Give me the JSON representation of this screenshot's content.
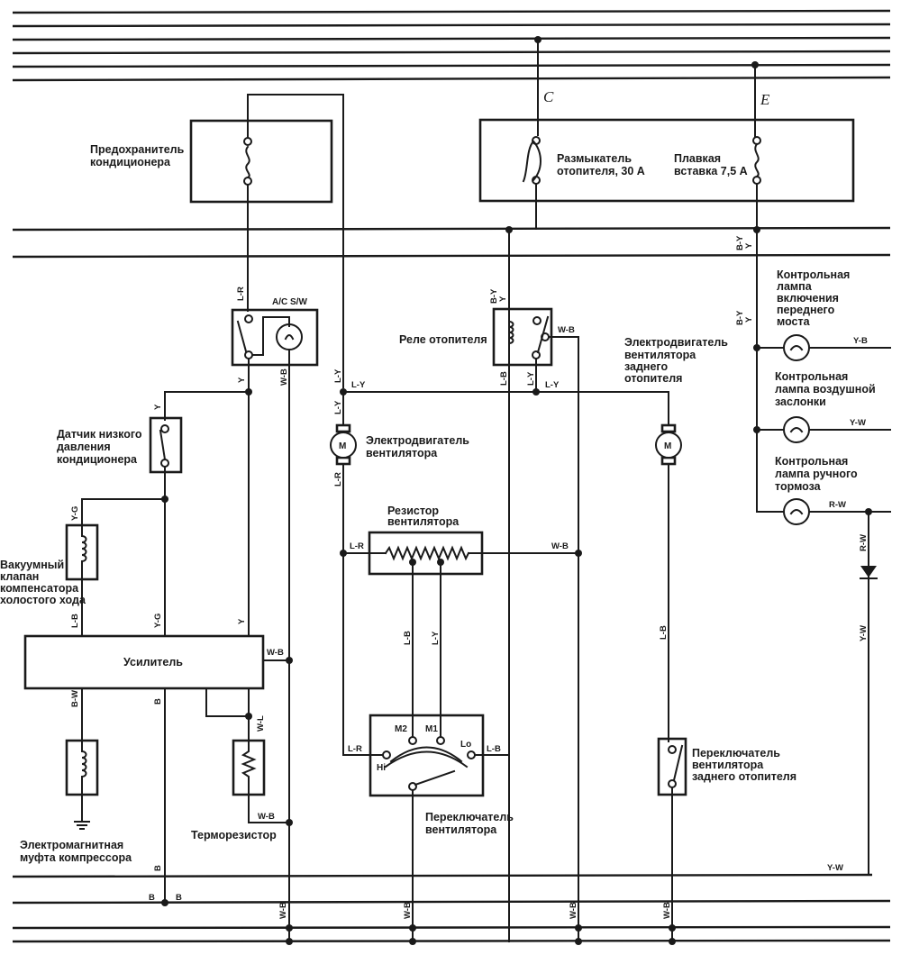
{
  "diagram": {
    "title": "Heater / air-conditioner wiring diagram",
    "bus_taps": {
      "c": "C",
      "e": "E"
    },
    "components": {
      "ac_fuse": [
        "Предохранитель",
        "кондиционера"
      ],
      "heater_breaker": [
        "Размыкатель",
        "отопителя, 30 А"
      ],
      "fusible_link": [
        "Плавкая",
        "вставка 7,5 А"
      ],
      "ac_switch": "A/C S/W",
      "low_pressure_sensor": [
        "Датчик низкого",
        "давления",
        "кондиционера"
      ],
      "heater_relay": "Реле отопителя",
      "blower_motor": [
        "Электродвигатель",
        "вентилятора"
      ],
      "rear_blower_motor": [
        "Электродвигатель",
        "вентилятора",
        "заднего",
        "отопителя"
      ],
      "lamp_front_axle": [
        "Контрольная",
        "лампа",
        "включения",
        "переднего",
        "моста"
      ],
      "lamp_choke": [
        "Контрольная",
        "лампа воздушной",
        "заслонки"
      ],
      "lamp_parking_brake": [
        "Контрольная",
        "лампа ручного",
        "тормоза"
      ],
      "vacuum_valve": [
        "Вакуумный",
        "клапан",
        "компенсатора",
        "холостого хода"
      ],
      "blower_resistor": [
        "Резистор",
        "вентилятора"
      ],
      "amplifier": "Усилитель",
      "compressor_clutch": [
        "Электромагнитная",
        "муфта компрессора"
      ],
      "thermistor": "Терморезистор",
      "blower_switch": [
        "Переключатель",
        "вентилятора"
      ],
      "rear_blower_switch": [
        "Переключатель",
        "вентилятора",
        "заднего отопителя"
      ],
      "motor_symbol": "M",
      "switch_positions": {
        "m2": "M2",
        "m1": "M1",
        "lo": "Lo",
        "hi": "Hi"
      }
    },
    "wire_colors": {
      "l_r": "L-R",
      "l_y": "L-Y",
      "l_b": "L-B",
      "w_b": "W-B",
      "b_y": "B-Y",
      "y": "Y",
      "y_g": "Y-G",
      "y_b": "Y-B",
      "y_w": "Y-W",
      "r_w": "R-W",
      "b_w": "B-W",
      "w_l": "W-L",
      "b": "B"
    }
  }
}
